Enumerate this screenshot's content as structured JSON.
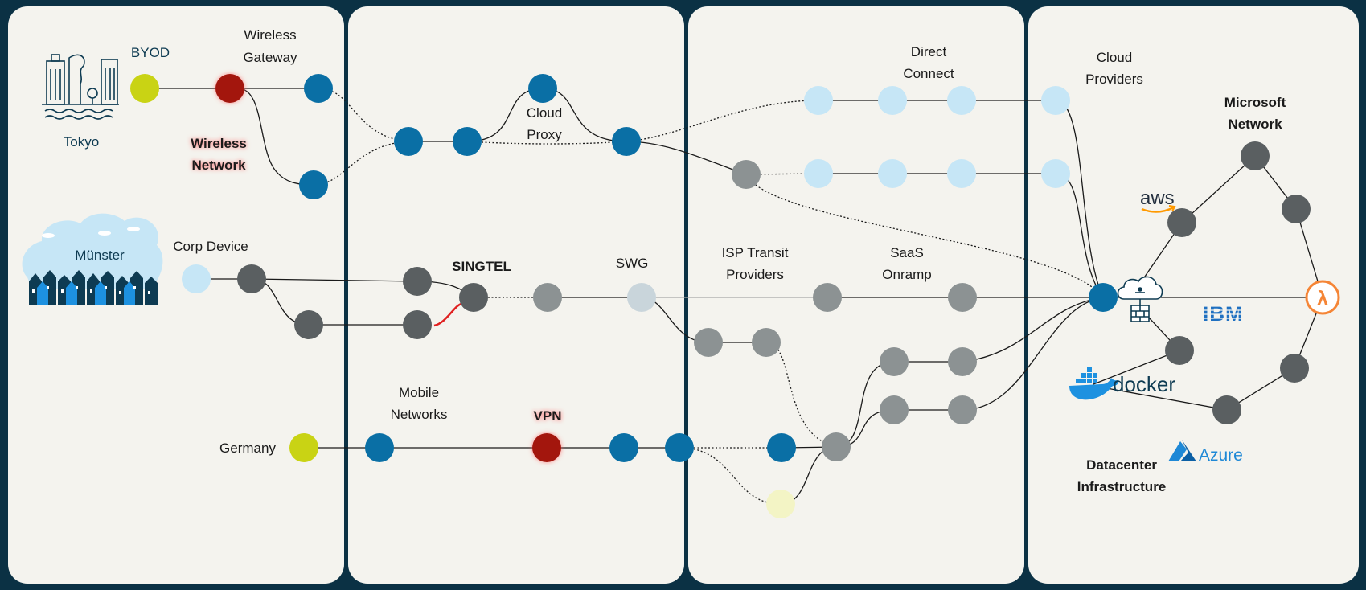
{
  "panels": 4,
  "colors": {
    "background": "#0b3144",
    "panel": "#f4f3ee",
    "blue": "#0a6fa5",
    "light_blue": "#c6e6f6",
    "grey": "#8c9293",
    "dark_grey": "#5a5f61",
    "pale_grey": "#c9d5db",
    "lime": "#c9d314",
    "dark_red": "#a3170a",
    "pale_yellow": "#f3f4c5",
    "aws_orange": "#ff9900",
    "ibm_blue": "#1f70c1",
    "azure_blue": "#1e88d6",
    "docker_blue": "#1d91e0",
    "lambda_orange": "#f58536"
  },
  "labels": {
    "byod": "BYOD",
    "wireless_gateway_1": "Wireless",
    "wireless_gateway_2": "Gateway",
    "tokyo": "Tokyo",
    "wireless_network_1": "Wireless",
    "wireless_network_2": "Network",
    "munster": "Münster",
    "corp_device": "Corp Device",
    "singtel": "SINGTEL",
    "germany": "Germany",
    "mobile_networks_1": "Mobile",
    "mobile_networks_2": "Networks",
    "vpn": "VPN",
    "cloud_proxy_1": "Cloud",
    "cloud_proxy_2": "Proxy",
    "swg": "SWG",
    "direct_connect_1": "Direct",
    "direct_connect_2": "Connect",
    "isp_transit_1": "ISP Transit",
    "isp_transit_2": "Providers",
    "saas_onramp_1": "SaaS",
    "saas_onramp_2": "Onramp",
    "cloud_providers_1": "Cloud",
    "cloud_providers_2": "Providers",
    "microsoft_network_1": "Microsoft",
    "microsoft_network_2": "Network",
    "datacenter_1": "Datacenter",
    "datacenter_2": "Infrastructure"
  },
  "logos": {
    "aws": "aws",
    "ibm": "IBM",
    "docker": "docker",
    "azure": "Azure",
    "lambda": "λ"
  },
  "icons": [
    "city-skyline-icon",
    "town-houses-icon",
    "cloud-firewall-icon",
    "aws-logo",
    "ibm-logo",
    "docker-logo",
    "azure-logo",
    "lambda-icon"
  ]
}
